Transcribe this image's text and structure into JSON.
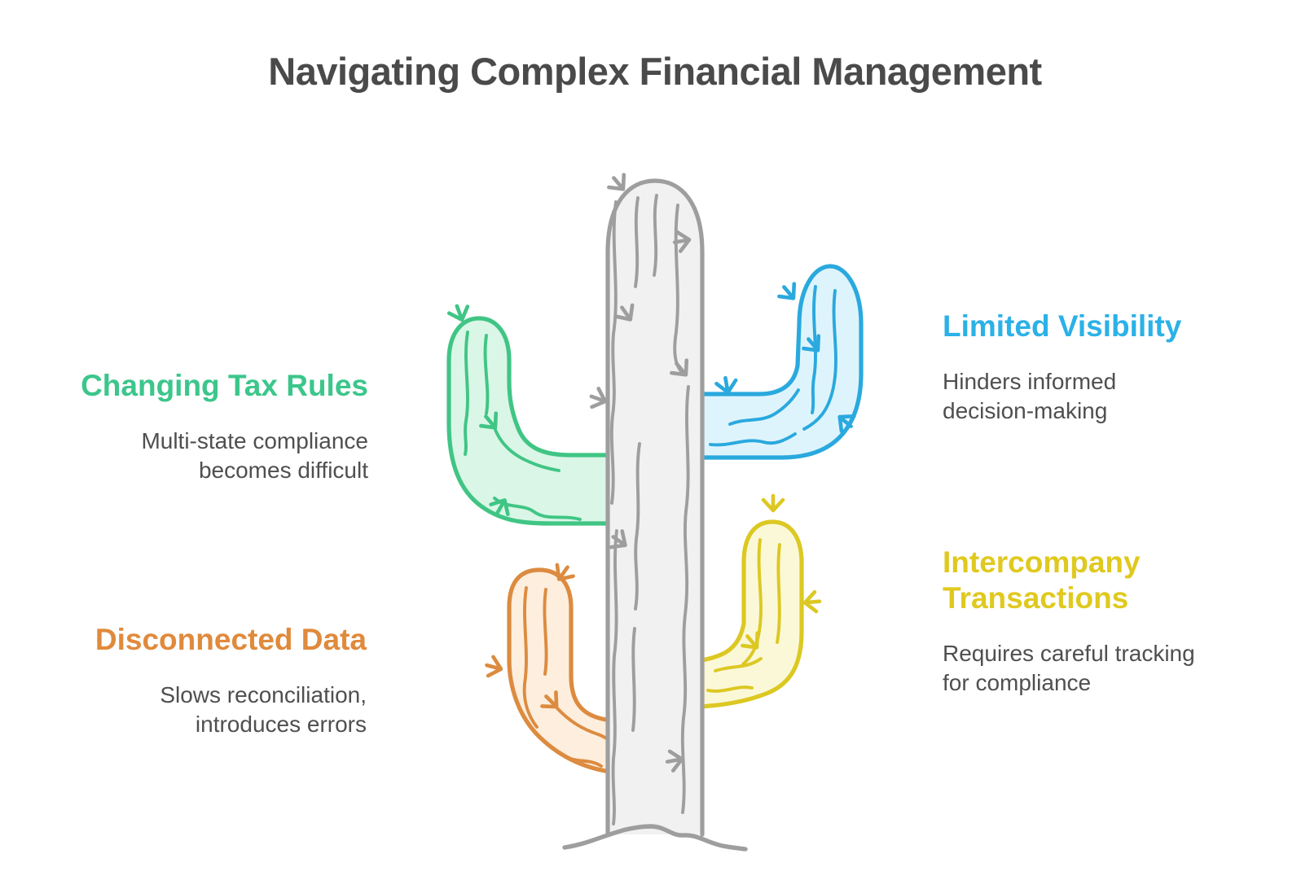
{
  "title": "Navigating Complex Financial Management",
  "points": {
    "tax": {
      "heading": "Changing Tax Rules",
      "desc_line1": "Multi-state compliance",
      "desc_line2": "becomes difficult",
      "color": "#3cc68c"
    },
    "disconnected": {
      "heading": "Disconnected Data",
      "desc_line1": "Slows reconciliation,",
      "desc_line2": "introduces errors",
      "color": "#e08a3c"
    },
    "visibility": {
      "heading": "Limited Visibility",
      "desc_line1": "Hinders informed",
      "desc_line2": "decision-making",
      "color": "#2bb1e7"
    },
    "intercompany": {
      "heading_line1": "Intercompany",
      "heading_line2": "Transactions",
      "desc_line1": "Requires careful tracking",
      "desc_line2": "for compliance",
      "color": "#e0c91f"
    }
  },
  "text_colors": {
    "title": "#4a4a4a",
    "body": "#4f4f4f"
  },
  "illustration": {
    "name": "cactus",
    "trunk": {
      "fill": "#f1f1f1",
      "stroke": "#9e9e9e"
    },
    "ground_color": "#9e9e9e",
    "arms": [
      {
        "name": "green-arm",
        "fill": "#daf6e7",
        "stroke": "#40c584"
      },
      {
        "name": "blue-arm",
        "fill": "#def4fc",
        "stroke": "#2aa9de"
      },
      {
        "name": "orange-arm",
        "fill": "#fdeedd",
        "stroke": "#dc8b40"
      },
      {
        "name": "yellow-arm",
        "fill": "#fbf8d8",
        "stroke": "#dcc822"
      }
    ]
  }
}
